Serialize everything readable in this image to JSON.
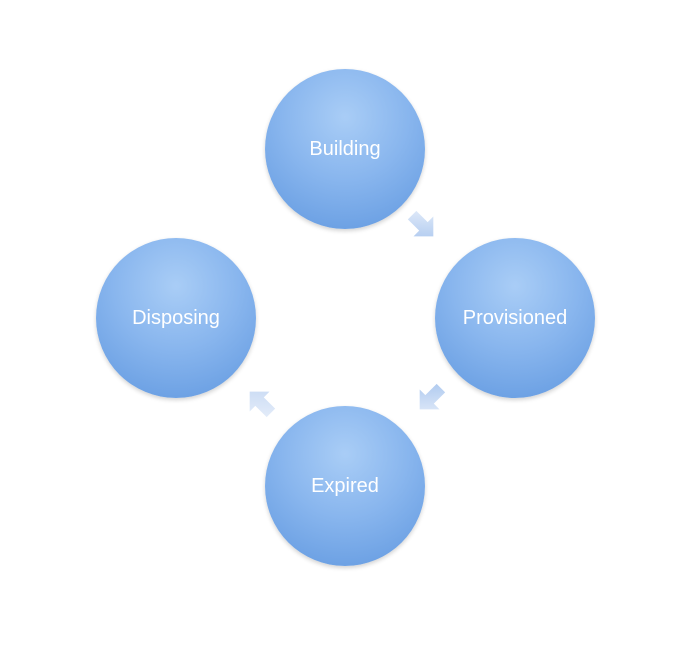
{
  "diagram": {
    "type": "cycle",
    "nodes": [
      {
        "id": "building",
        "label": "Building"
      },
      {
        "id": "provisioned",
        "label": "Provisioned"
      },
      {
        "id": "expired",
        "label": "Expired"
      },
      {
        "id": "disposing",
        "label": "Disposing"
      }
    ],
    "edges": [
      {
        "from": "building",
        "to": "provisioned"
      },
      {
        "from": "provisioned",
        "to": "expired"
      },
      {
        "from": "expired",
        "to": "disposing"
      }
    ],
    "colors": {
      "node_light": "#a9cdf6",
      "node_mid": "#89b6ee",
      "node_dark": "#5f97df",
      "arrow_light": "#dfeaf8",
      "arrow_dark": "#aac6ee",
      "label": "#ffffff",
      "background": "#ffffff"
    }
  }
}
